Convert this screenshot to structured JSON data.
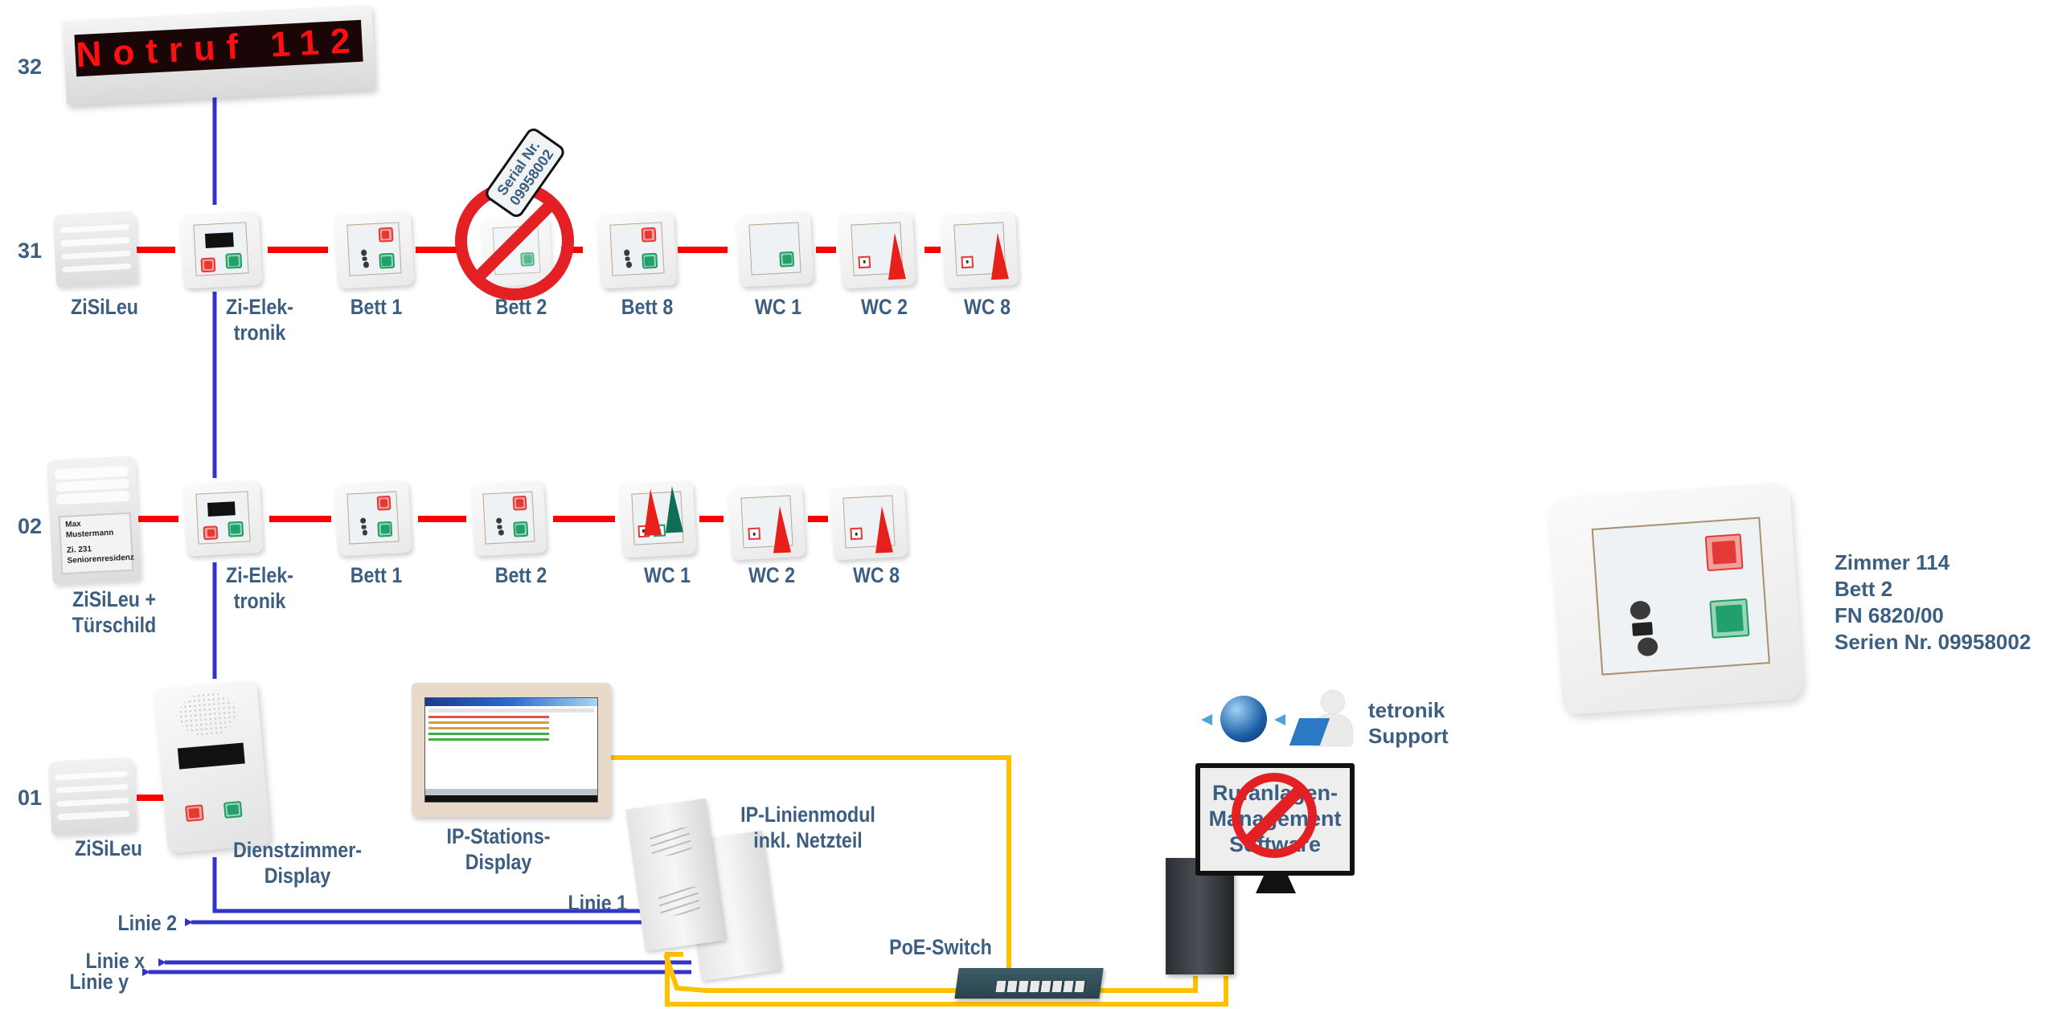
{
  "rows": {
    "row32": "32",
    "row31": "31",
    "row02": "02",
    "row01": "01"
  },
  "led_display": {
    "text": "Notruf 112"
  },
  "line31": {
    "devices": [
      {
        "label": "ZiSiLeu"
      },
      {
        "label": "Zi-Elek-\ntronik"
      },
      {
        "label": "Bett 1"
      },
      {
        "label": "Bett 2"
      },
      {
        "label": "Bett 8"
      },
      {
        "label": "WC 1"
      },
      {
        "label": "WC 2"
      },
      {
        "label": "WC 8"
      }
    ],
    "serial_tag": "Serial Nr.\n09958002"
  },
  "line02": {
    "devices": [
      {
        "label": "ZiSiLeu +\nTürschild"
      },
      {
        "label": "Zi-Elek-\ntronik"
      },
      {
        "label": "Bett 1"
      },
      {
        "label": "Bett 2"
      },
      {
        "label": "WC 1"
      },
      {
        "label": "WC 2"
      },
      {
        "label": "WC 8"
      }
    ],
    "door_sign": {
      "name_line1": "Max",
      "name_line2": "Mustermann",
      "room": "Zi. 231",
      "facility": "Seniorenresidenz"
    }
  },
  "line01": {
    "zisileu_label": "ZiSiLeu",
    "dienstzimmer_label": "Dienstzimmer-\nDisplay"
  },
  "ip_station_display_label": "IP-Stations-\nDisplay",
  "ip_linienmodul_label": "IP-Linienmodul\ninkl. Netzteil",
  "poe_switch_label": "PoE-Switch",
  "lines_out": {
    "linie1": "Linie 1",
    "linie2": "Linie 2",
    "liniex": "Linie x",
    "liniey": "Linie y"
  },
  "support": {
    "label": "tetronik\nSupport"
  },
  "management_software": {
    "label": "Rufanlagen-\nManagement\nSoftware"
  },
  "detail_info": {
    "line1": "Zimmer 114",
    "line2": "Bett 2",
    "line3": "FN 6820/00",
    "line4": "Serien Nr. 09958002"
  },
  "colors": {
    "bus_red": "#ff0000",
    "line_blue": "#3333cc",
    "ethernet_yellow": "#ffc000",
    "text": "#3c5e80"
  }
}
